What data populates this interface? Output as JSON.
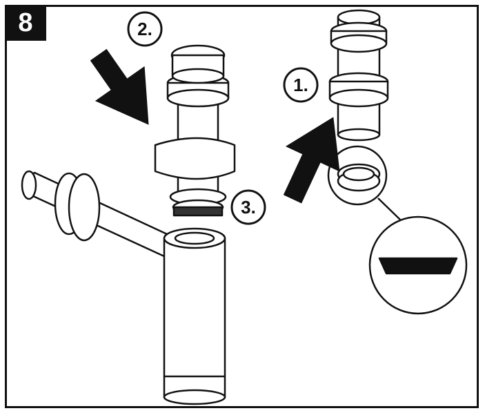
{
  "step": "8",
  "labels": {
    "one": "1.",
    "two": "2.",
    "three": "3."
  },
  "colors": {
    "ink": "#111111",
    "paper": "#ffffff"
  }
}
